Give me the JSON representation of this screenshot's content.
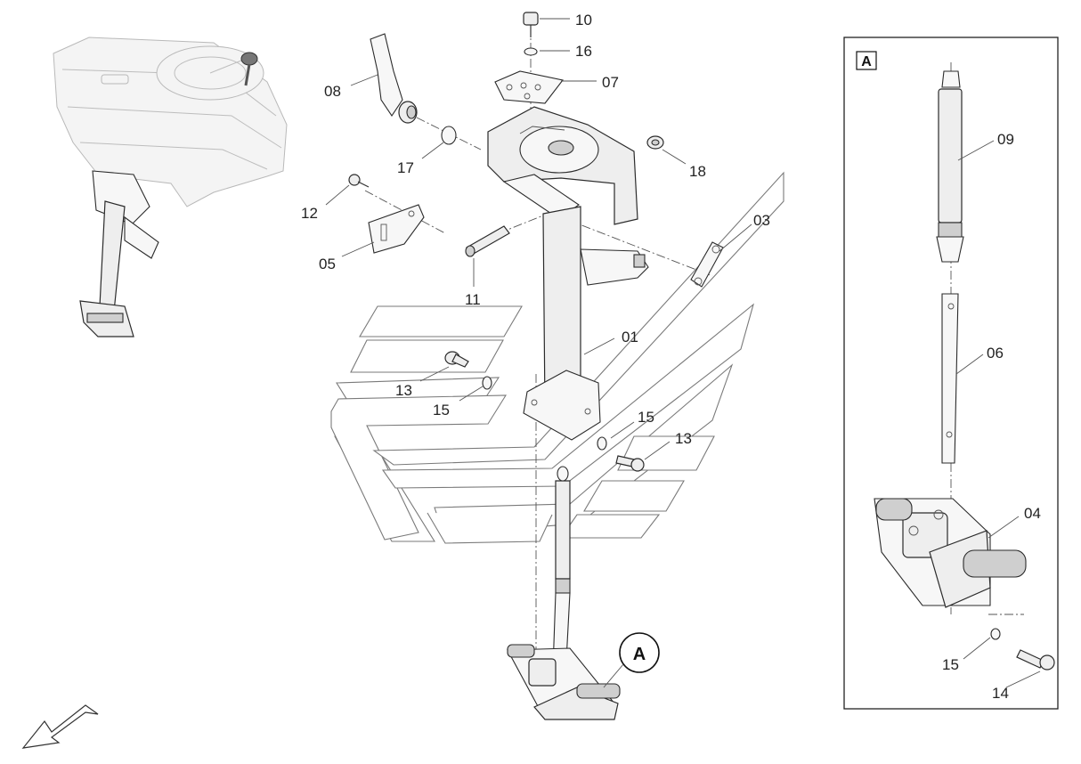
{
  "inset": {
    "tag": "A"
  },
  "callout": {
    "letter": "A"
  },
  "labels": {
    "p10": "10",
    "p16": "16",
    "p07": "07",
    "p08": "08",
    "p17": "17",
    "p18": "18",
    "p12": "12",
    "p05": "05",
    "p03": "03",
    "p11": "11",
    "p01": "01",
    "p13a": "13",
    "p15a": "15",
    "p15b": "15",
    "p13b": "13",
    "p09": "09",
    "p06": "06",
    "p04": "04",
    "p15c": "15",
    "p14": "14"
  },
  "icons": {
    "orientation": "direction-arrow-icon",
    "locator": "tractor-locator-icon",
    "watermark": "logo-watermark-icon"
  }
}
